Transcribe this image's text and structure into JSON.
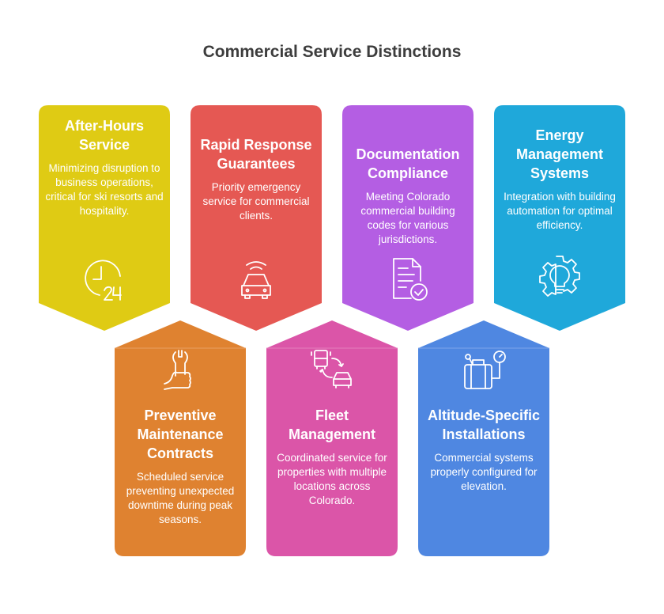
{
  "title": "Commercial Service Distinctions",
  "cards": [
    {
      "title": "After-Hours Service",
      "description": "Minimizing disruption to business operations, critical for ski resorts and hospitality.",
      "icon": "clock-24-icon",
      "color": "#DFCB14"
    },
    {
      "title": "Rapid Response Guarantees",
      "description": "Priority emergency service for commercial clients.",
      "icon": "car-signal-icon",
      "color": "#E55853"
    },
    {
      "title": "Documentation Compliance",
      "description": "Meeting Colorado commercial building codes for various jurisdictions.",
      "icon": "document-check-icon",
      "color": "#B45EE3"
    },
    {
      "title": "Energy Management Systems",
      "description": "Integration with building automation for optimal efficiency.",
      "icon": "gear-bulb-icon",
      "color": "#1FA8DA"
    },
    {
      "title": "Preventive Maintenance Contracts",
      "description": "Scheduled service preventing unexpected downtime during peak seasons.",
      "icon": "hand-wrench-icon",
      "color": "#DF8230"
    },
    {
      "title": "Fleet Management",
      "description": "Coordinated service for properties with multiple locations across Colorado.",
      "icon": "bus-car-exchange-icon",
      "color": "#DB55A8"
    },
    {
      "title": "Altitude-Specific Installations",
      "description": "Commercial systems properly configured for elevation.",
      "icon": "luggage-gauge-icon",
      "color": "#4F87E1"
    }
  ]
}
